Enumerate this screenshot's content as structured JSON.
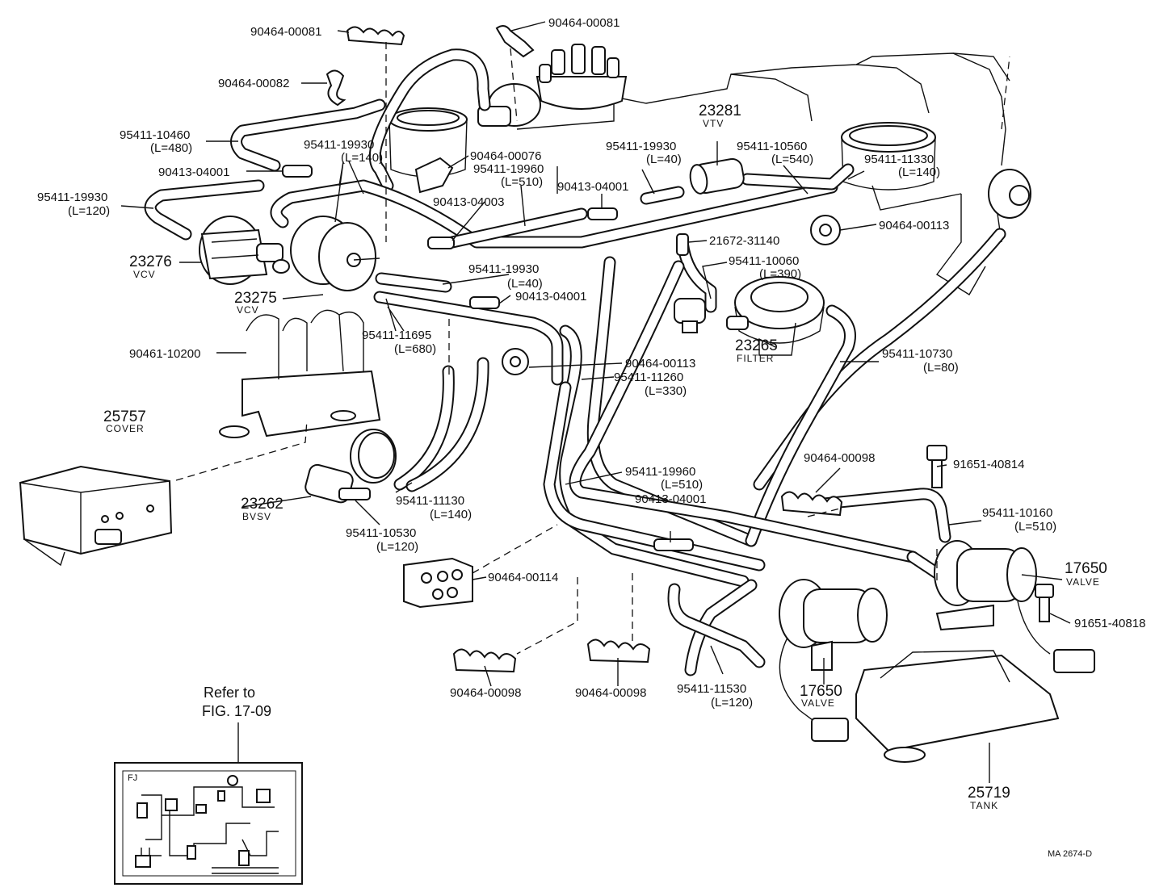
{
  "parts": [
    {
      "name": "clip-90464-00081-top",
      "number": "90464-00081",
      "interactable": true
    },
    {
      "name": "clip-90464-00081-distributor",
      "number": "90464-00081",
      "interactable": true
    },
    {
      "name": "clip-90464-00082",
      "number": "90464-00082",
      "interactable": true
    },
    {
      "name": "hose-95411-10460",
      "number": "95411-10460",
      "length": "(L=480)",
      "interactable": true
    },
    {
      "name": "hose-95411-19930-l140",
      "number": "95411-19930",
      "length": "(L=140)",
      "interactable": true
    },
    {
      "name": "joint-90413-04001-left",
      "number": "90413-04001",
      "interactable": true
    },
    {
      "name": "hose-95411-19930-l120",
      "number": "95411-19930",
      "length": "(L=120)",
      "interactable": true
    },
    {
      "name": "clip-90464-00076",
      "number": "90464-00076",
      "interactable": true
    },
    {
      "name": "hose-95411-19960-upper",
      "number": "95411-19960",
      "length": "(L=510)",
      "interactable": true
    },
    {
      "name": "joint-90413-04003",
      "number": "90413-04003",
      "interactable": true
    },
    {
      "name": "joint-90413-04001-middle",
      "number": "90413-04001",
      "interactable": true
    },
    {
      "name": "hose-95411-19930-l40-upper",
      "number": "95411-19930",
      "length": "(L=40)",
      "interactable": true
    },
    {
      "name": "vtv-23281",
      "number": "23281",
      "caption": "VTV",
      "interactable": true
    },
    {
      "name": "hose-95411-10560",
      "number": "95411-10560",
      "length": "(L=540)",
      "interactable": true
    },
    {
      "name": "hose-95411-11330",
      "number": "95411-11330",
      "length": "(L=140)",
      "interactable": true
    },
    {
      "name": "clip-90464-00113-upper",
      "number": "90464-00113",
      "interactable": true
    },
    {
      "name": "part-21672-31140",
      "number": "21672-31140",
      "interactable": true
    },
    {
      "name": "hose-95411-10060",
      "number": "95411-10060",
      "length": "(L=390)",
      "interactable": true
    },
    {
      "name": "vcv-23276",
      "number": "23276",
      "caption": "VCV",
      "interactable": true
    },
    {
      "name": "vcv-23275",
      "number": "23275",
      "caption": "VCV",
      "interactable": true
    },
    {
      "name": "hose-95411-19930-l40-lower",
      "number": "95411-19930",
      "length": "(L=40)",
      "interactable": true
    },
    {
      "name": "joint-90413-04001-lower",
      "number": "90413-04001",
      "interactable": true
    },
    {
      "name": "hose-95411-11695",
      "number": "95411-11695",
      "length": "(L=680)",
      "interactable": true
    },
    {
      "name": "bracket-90461-10200",
      "number": "90461-10200",
      "interactable": true
    },
    {
      "name": "filter-23265",
      "number": "23265",
      "caption": "FILTER",
      "interactable": true
    },
    {
      "name": "hose-95411-10730",
      "number": "95411-10730",
      "length": "(L=80)",
      "interactable": true
    },
    {
      "name": "clip-90464-00113-lower",
      "number": "90464-00113",
      "interactable": true
    },
    {
      "name": "hose-95411-11260",
      "number": "95411-11260",
      "length": "(L=330)",
      "interactable": true
    },
    {
      "name": "cover-25757",
      "number": "25757",
      "caption": "COVER",
      "interactable": true
    },
    {
      "name": "hose-95411-19960-lower",
      "number": "95411-19960",
      "length": "(L=510)",
      "interactable": true
    },
    {
      "name": "clip-90464-00098-right",
      "number": "90464-00098",
      "interactable": true
    },
    {
      "name": "bolt-91651-40814",
      "number": "91651-40814",
      "interactable": true
    },
    {
      "name": "bvsv-23262",
      "number": "23262",
      "caption": "BVSV",
      "interactable": true
    },
    {
      "name": "hose-95411-11130",
      "number": "95411-11130",
      "length": "(L=140)",
      "interactable": true
    },
    {
      "name": "joint-90413-04001-bottom",
      "number": "90413-04001",
      "interactable": true
    },
    {
      "name": "hose-95411-10160",
      "number": "95411-10160",
      "length": "(L=510)",
      "interactable": true
    },
    {
      "name": "hose-95411-10530",
      "number": "95411-10530",
      "length": "(L=120)",
      "interactable": true
    },
    {
      "name": "clip-90464-00114",
      "number": "90464-00114",
      "interactable": true
    },
    {
      "name": "valve-17650-right",
      "number": "17650",
      "caption": "VALVE",
      "interactable": true
    },
    {
      "name": "bolt-91651-40818",
      "number": "91651-40818",
      "interactable": true
    },
    {
      "name": "clip-90464-00098-left",
      "number": "90464-00098",
      "interactable": true
    },
    {
      "name": "clip-90464-00098-middle",
      "number": "90464-00098",
      "interactable": true
    },
    {
      "name": "hose-95411-11530",
      "number": "95411-11530",
      "length": "(L=120)",
      "interactable": true
    },
    {
      "name": "valve-17650-lower",
      "number": "17650",
      "caption": "VALVE",
      "interactable": true
    },
    {
      "name": "tank-25719",
      "number": "25719",
      "caption": "TANK",
      "interactable": true
    }
  ],
  "reference": {
    "line1": "Refer to",
    "line2": "FIG. 17-09",
    "inset_tag": "FJ"
  },
  "figure_code": "MA 2674-D"
}
